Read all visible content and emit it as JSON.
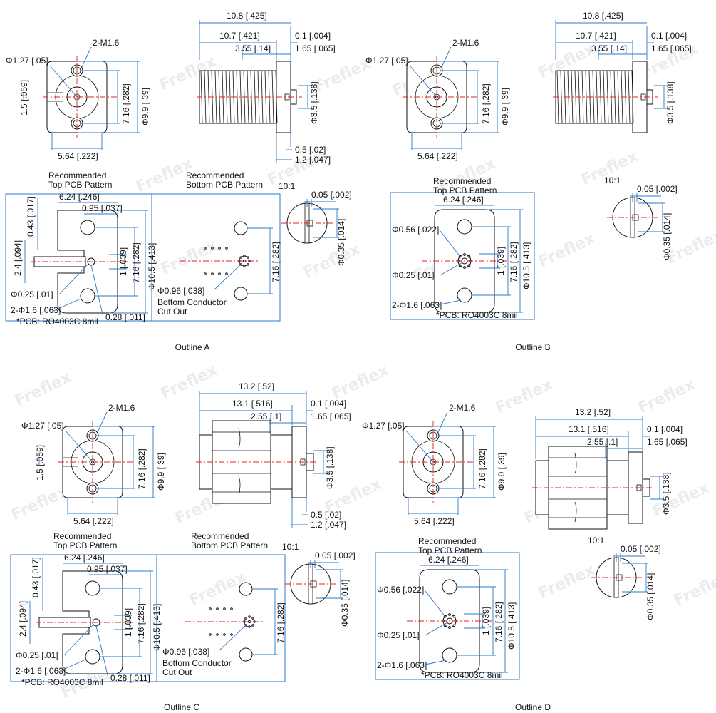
{
  "outlines": [
    {
      "caption": "Outline A",
      "front": {
        "holes": "2-M1.6",
        "pin": "Φ1.27 [.05]",
        "offset": "1.5 [.059]",
        "spacing": "7.16 [.282]",
        "dia": "Φ9.9 [.39]",
        "width": "5.64 [.222]"
      },
      "side": {
        "l1": "10.8 [.425]",
        "l2": "10.7 [.421]",
        "l3": "3.55 [.14]",
        "d1": "0.1 [.004]",
        "d2": "1.65 [.065]",
        "dia": "Φ3.5 [.138]",
        "t1": "0.5 [.02]",
        "t2": "1.2 [.047]"
      },
      "top_title": "Recommended\nTop PCB Pattern",
      "top": {
        "w": "6.24 [.246]",
        "w2": "0.95 [.037]",
        "a": "0.43 [.017]",
        "h": "2.4 [.094]",
        "b": "1 [.039]",
        "c": "7.16 [.282]",
        "d": "Φ10.5 [.413]",
        "via": "Φ0.25 [.01]",
        "holes": "2-Φ1.6 [.063]",
        "gap": "0.28 [.011]",
        "pcb": "*PCB: RO4003C 8mil"
      },
      "bottom_title": "Recommended\nBottom PCB Pattern",
      "bottom": {
        "c": "7.16 [.282]",
        "cut": "Φ0.96 [.038]",
        "label": "Bottom Conductor\nCut Out"
      },
      "detail": {
        "scale": "10:1",
        "a": "0.05 [.002]",
        "b": "Φ0.35 [.014]"
      }
    },
    {
      "caption": "Outline B",
      "front": {
        "holes": "2-M1.6",
        "pin": "Φ1.27 [.05]",
        "spacing": "7.16 [.282]",
        "dia": "Φ9.9 [.39]",
        "width": "5.64 [.222]"
      },
      "side": {
        "l1": "10.8 [.425]",
        "l2": "10.7 [.421]",
        "l3": "3.55 [.14]",
        "d1": "0.1 [.004]",
        "d2": "1.65 [.065]",
        "dia": "Φ3.5 [.138]"
      },
      "top_title": "Recommended\nTop PCB Pattern",
      "top": {
        "w": "6.24 [.246]",
        "gnd": "Φ0.56 [.022]",
        "b": "1 [.039]",
        "c": "7.16 [.282]",
        "d": "Φ10.5 [.413]",
        "via": "Φ0.25 [.01]",
        "holes": "2-Φ1.6 [.063]",
        "pcb": "*PCB: RO4003C 8mil"
      },
      "detail": {
        "scale": "10:1",
        "a": "0.05 [.002]",
        "b": "Φ0.35 [.014]"
      }
    },
    {
      "caption": "Outline C",
      "front": {
        "holes": "2-M1.6",
        "pin": "Φ1.27 [.05]",
        "offset": "1.5 [.059]",
        "spacing": "7.16 [.282]",
        "dia": "Φ9.9 [.39]",
        "width": "5.64 [.222]"
      },
      "side": {
        "l1": "13.2 [.52]",
        "l2": "13.1 [.516]",
        "l3": "2.55 [.1]",
        "d1": "0.1 [.004]",
        "d2": "1.65 [.065]",
        "dia": "Φ3.5 [.138]",
        "t1": "0.5 [.02]",
        "t2": "1.2 [.047]"
      },
      "top_title": "Recommended\nTop PCB Pattern",
      "top": {
        "w": "6.24 [.246]",
        "w2": "0.95 [.037]",
        "a": "0.43 [.017]",
        "h": "2.4 [.094]",
        "b": "1 [.039]",
        "c": "7.16 [.282]",
        "d": "Φ10.5 [.413]",
        "via": "Φ0.25 [.01]",
        "holes": "2-Φ1.6 [.063]",
        "gap": "0.28 [.011]",
        "pcb": "*PCB: RO4003C 8mil"
      },
      "bottom_title": "Recommended\nBottom PCB Pattern",
      "bottom": {
        "c": "7.16 [.282]",
        "cut": "Φ0.96 [.038]",
        "label": "Bottom Conductor\nCut Out"
      },
      "detail": {
        "scale": "10:1",
        "a": "0.05 [.002]",
        "b": "Φ0.35 [.014]"
      }
    },
    {
      "caption": "Outline D",
      "front": {
        "holes": "2-M1.6",
        "pin": "Φ1.27 [.05]",
        "spacing": "7.16 [.282]",
        "dia": "Φ9.9 [.39]",
        "width": "5.64 [.222]"
      },
      "side": {
        "l1": "13.2 [.52]",
        "l2": "13.1 [.516]",
        "l3": "2.55 [.1]",
        "d1": "0.1 [.004]",
        "d2": "1.65 [.065]",
        "dia": "Φ3.5 [.138]"
      },
      "top_title": "Recommended\nTop PCB Pattern",
      "top": {
        "w": "6.24 [.246]",
        "gnd": "Φ0.56 [.022]",
        "b": "1 [.039]",
        "c": "7.16 [.282]",
        "d": "Φ10.5 [.413]",
        "via": "Φ0.25 [.01]",
        "holes": "2-Φ1.6 [.063]",
        "pcb": "*PCB: RO4003C 8mil"
      },
      "detail": {
        "scale": "10:1",
        "a": "0.05 [.002]",
        "b": "Φ0.35 [.014]"
      }
    }
  ],
  "watermark": "Freflex"
}
